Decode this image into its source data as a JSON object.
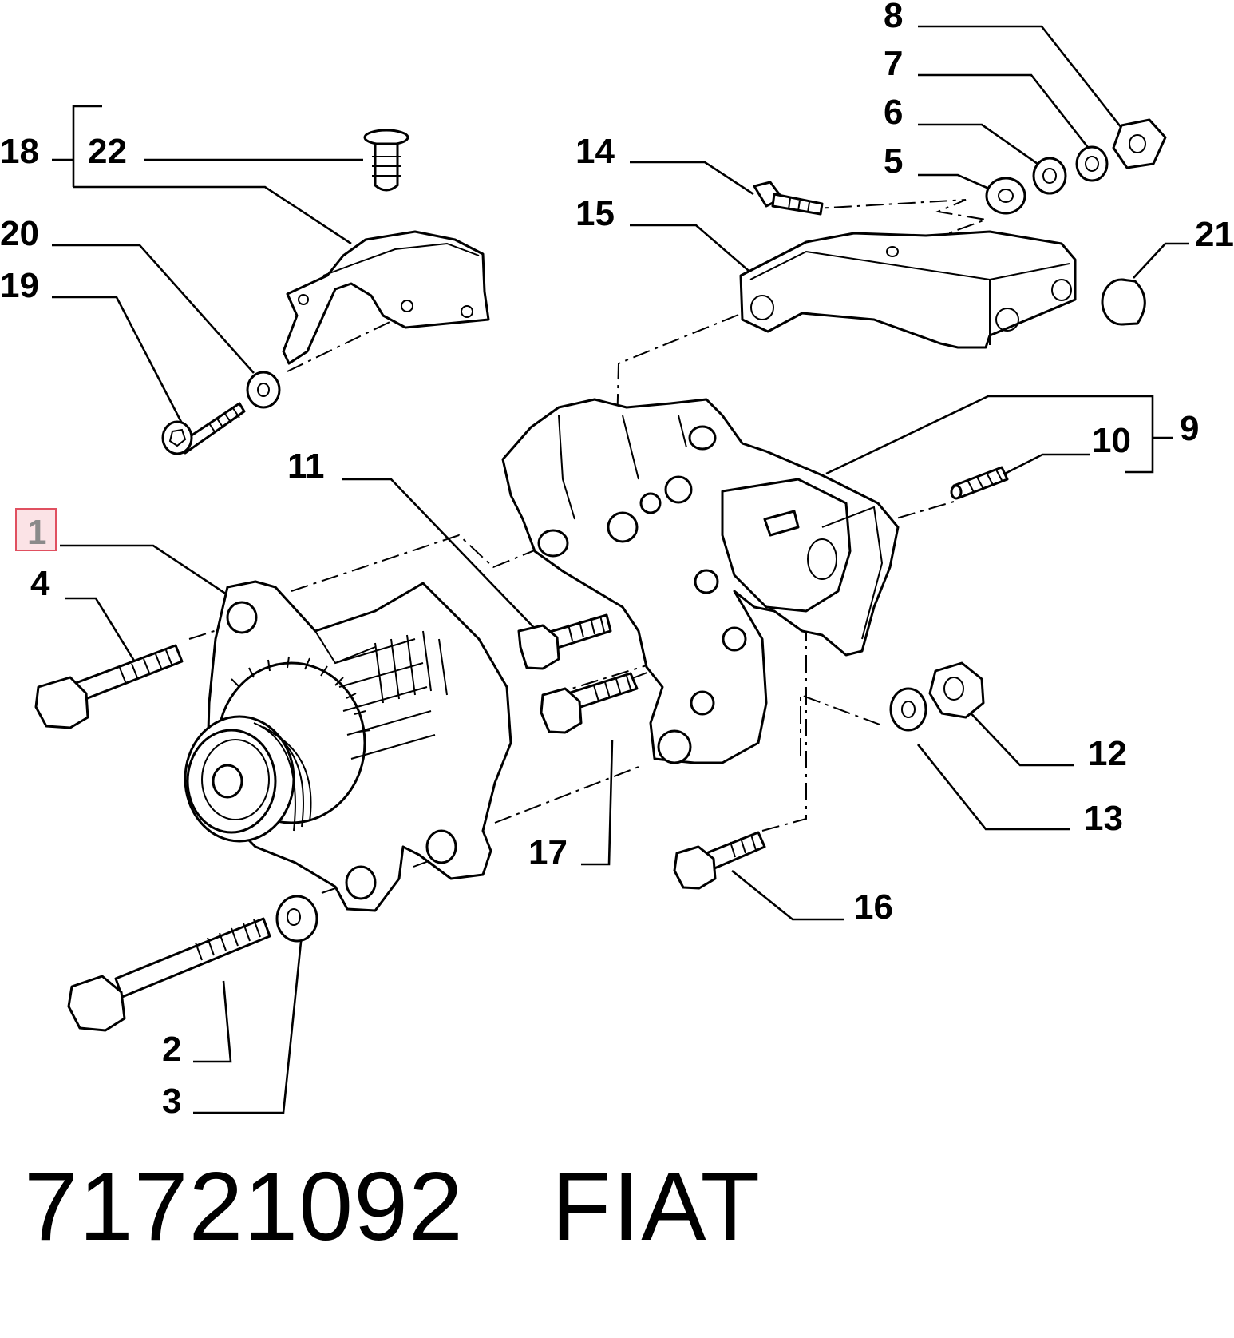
{
  "callouts": {
    "c1": "1",
    "c2": "2",
    "c3": "3",
    "c4": "4",
    "c5": "5",
    "c6": "6",
    "c7": "7",
    "c8": "8",
    "c9": "9",
    "c10": "10",
    "c11": "11",
    "c12": "12",
    "c13": "13",
    "c14": "14",
    "c15": "15",
    "c16": "16",
    "c17": "17",
    "c18": "18",
    "c19": "19",
    "c20": "20",
    "c21": "21",
    "c22": "22"
  },
  "highlighted_callout": "1",
  "footer": {
    "part_number": "71721092",
    "brand": "FIAT"
  },
  "colors": {
    "ink": "#000000",
    "highlight_border": "#e05060",
    "highlight_fill": "#fbe3e6",
    "highlight_text": "#8a8a8a"
  }
}
